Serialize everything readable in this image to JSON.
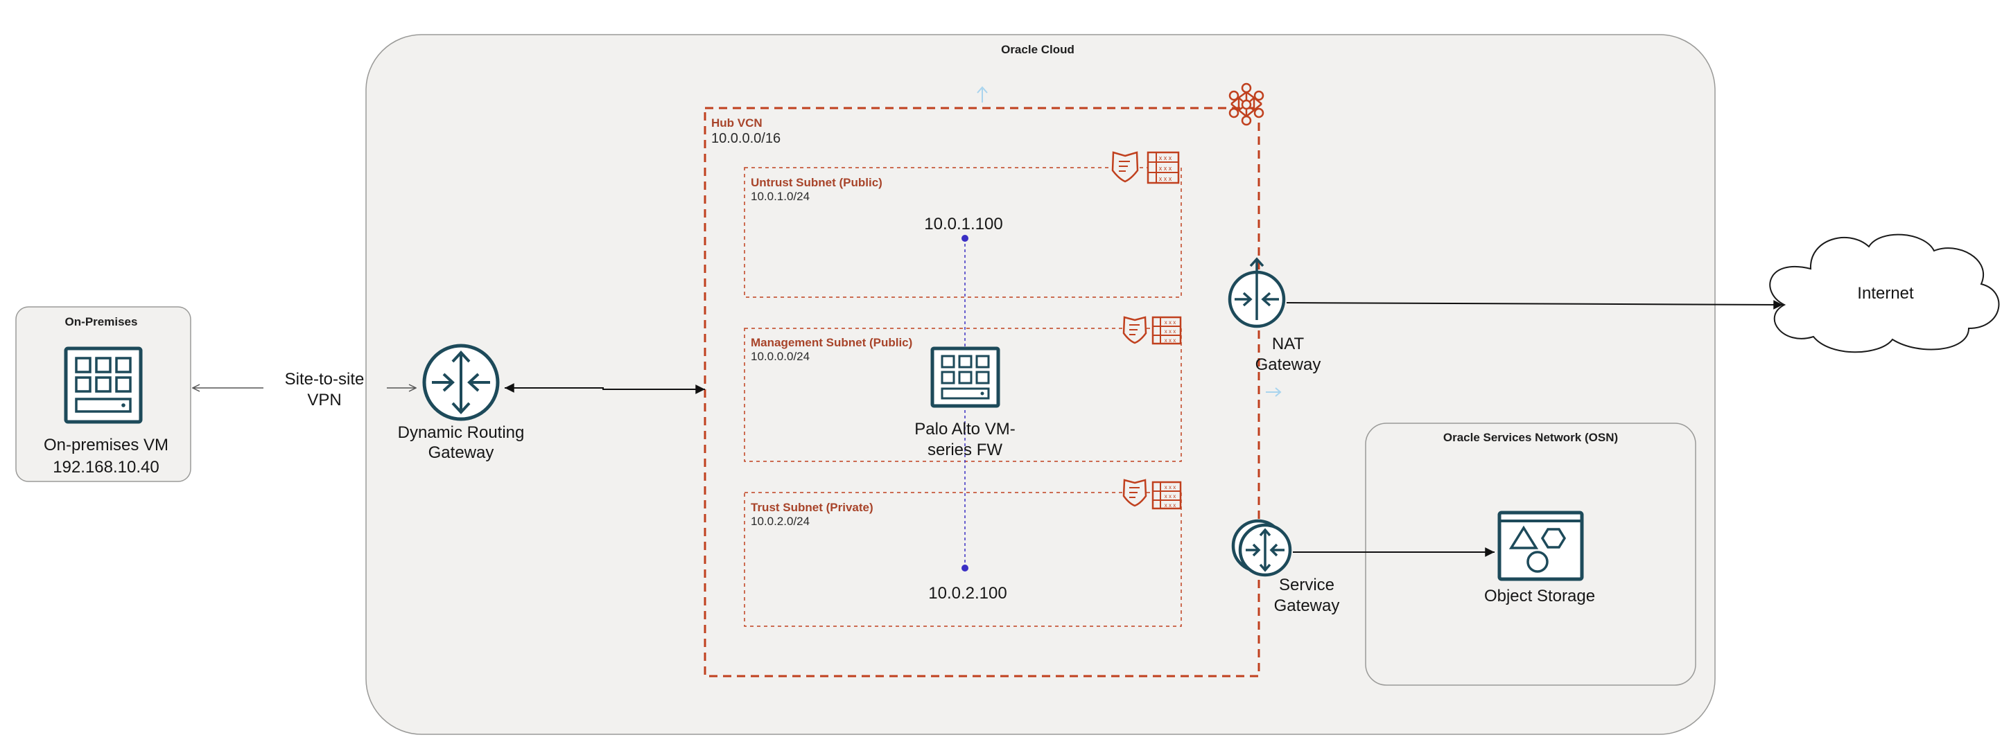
{
  "containers": {
    "oracle_cloud": "Oracle Cloud",
    "on_premises": "On-Premises",
    "osn": "Oracle Services Network (OSN)"
  },
  "hub_vcn": {
    "title": "Hub VCN",
    "cidr": "10.0.0.0/16"
  },
  "subnets": {
    "untrust": {
      "title": "Untrust Subnet (Public)",
      "cidr": "10.0.1.0/24"
    },
    "management": {
      "title": "Management Subnet (Public)",
      "cidr": "10.0.0.0/24"
    },
    "trust": {
      "title": "Trust Subnet (Private)",
      "cidr": "10.0.2.0/24"
    }
  },
  "nodes": {
    "onprem_vm": {
      "line1": "On-premises VM",
      "line2": "192.168.10.40"
    },
    "vpn": {
      "line1": "Site-to-site",
      "line2": "VPN"
    },
    "drg": {
      "line1": "Dynamic Routing",
      "line2": "Gateway"
    },
    "firewall": {
      "line1": "Palo Alto VM-",
      "line2": "series FW"
    },
    "untrust_ip": "10.0.1.100",
    "trust_ip": "10.0.2.100",
    "nat": {
      "line1": "NAT",
      "line2": "Gateway"
    },
    "service_gw": {
      "line1": "Service",
      "line2": "Gateway"
    },
    "internet": "Internet",
    "object_storage": "Object Storage"
  },
  "icons": [
    "compute-vm-icon",
    "router-icon",
    "firewall-vm-icon",
    "nat-gateway-icon",
    "service-gateway-icon",
    "object-storage-icon",
    "vcn-network-icon",
    "security-list-icon",
    "route-table-icon",
    "cloud-icon"
  ],
  "colors": {
    "icon_teal": "#1d4a5a",
    "oracle_red": "#c0401e",
    "subnet_title": "#a8442a",
    "private_link_blue": "#3a2fc4",
    "container_fill": "#f2f1ef",
    "container_stroke": "#9a9a98"
  }
}
